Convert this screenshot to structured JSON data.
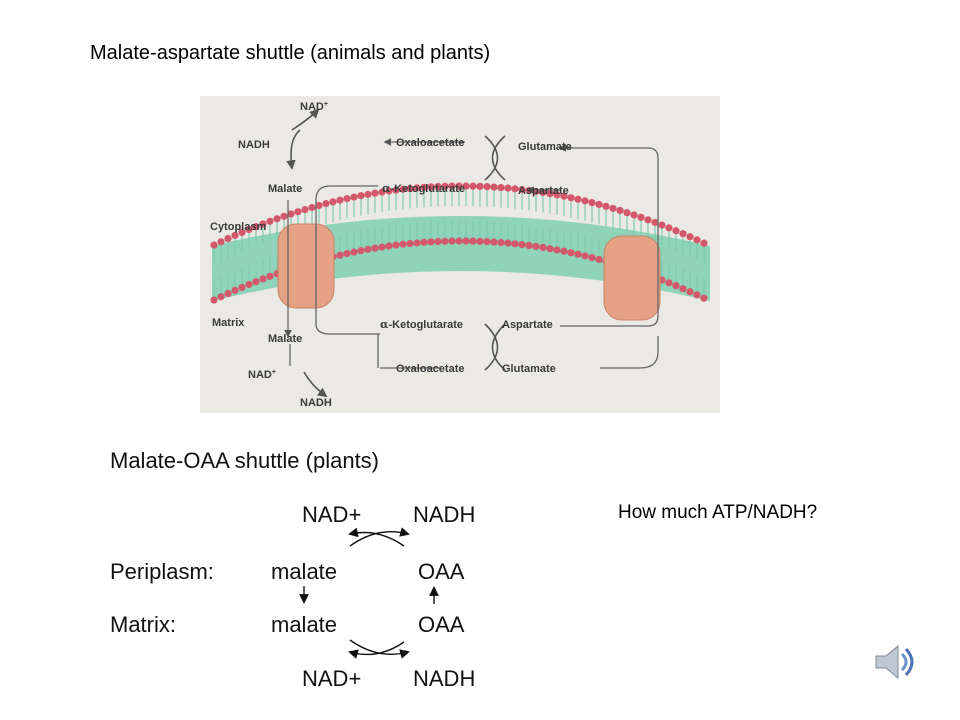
{
  "slide": {
    "title": "Malate-aspartate shuttle (animals and plants)",
    "question": "How much ATP/NADH?"
  },
  "figure": {
    "background": "#ebe9e4",
    "nad_plus": "NAD",
    "nad_plus_sup": "+",
    "nadh": "NADH",
    "oxaloacetate": "Oxaloacetate",
    "glutamate": "Glutamate",
    "malate": "Malate",
    "alpha": "α",
    "ketoglutarate": "-Ketoglutarate",
    "aspartate": "Aspartate",
    "cytoplasm": "Cytoplasm",
    "matrix": "Matrix",
    "colors": {
      "lipid_head": "#d4586b",
      "lipid_tail": "#7ecdb0",
      "transporter": "#e4a184"
    }
  },
  "shuttle": {
    "title": "Malate-OAA shuttle (plants)",
    "top_nad": "NAD+",
    "top_nadh": "NADH",
    "periplasm_label": "Periplasm:",
    "periplasm_malate": "malate",
    "periplasm_oaa": "OAA",
    "matrix_label": "Matrix:",
    "matrix_malate": "malate",
    "matrix_oaa": "OAA",
    "bottom_nad": "NAD+",
    "bottom_nadh": "NADH"
  },
  "icons": {
    "speaker": "speaker-icon"
  }
}
